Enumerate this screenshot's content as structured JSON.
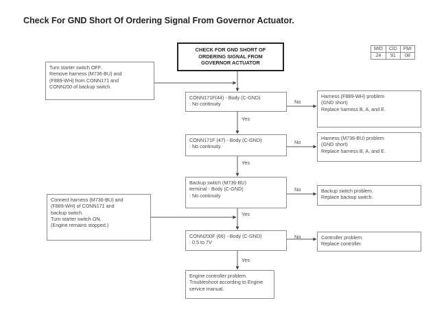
{
  "title": "Check For GND Short Of Ordering Signal From Governor Actuator.",
  "header_box": [
    "CHECK FOR GND SHORT OF",
    "ORDERING SIGNAL FROM",
    "GOVERNOR ACTUATOR"
  ],
  "codes": {
    "headers": [
      "MID",
      "CID",
      "FMI"
    ],
    "values": [
      "24",
      "91",
      "08"
    ]
  },
  "note_top": [
    "Turn starter switch OFF.",
    "Remove harness (M736-BU) and",
    "(F889-WH) from CONN171 and",
    "CONN200 of backup switch."
  ],
  "note_mid": [
    "Connect harness (M736-BU) and",
    "(F889-WH) of    CONN171 and",
    "backup switch.",
    "Turn starter switch ON.",
    "(Engine remains stopped.)"
  ],
  "checks": [
    [
      "CONN171F(44) - Body (C-GND)",
      ": No continuity"
    ],
    [
      "CONN171F (47) - Body (C-GND)",
      ": No continuity"
    ],
    [
      "Backup     switch     (M736-BU)",
      "terminal - Body (C-GND)",
      ": No continuity"
    ],
    [
      "CONN200F (66) - Body (C-GND)",
      ": 0.5 to 7V"
    ]
  ],
  "results": [
    [
      "Harness     (F889-WH)     problem",
      "(GND short)",
      " Replace harness B, A, and E."
    ],
    [
      "Harness (M736-BU) problem",
      "(GND short)",
      "   Replace harness B, A, and E."
    ],
    [
      "Backup switch problem.",
      "Replace backup switch."
    ],
    [
      "Controller problem.",
      "Replace controller."
    ]
  ],
  "final_box": [
    "Engine controller problem.",
    "Troubleshoot according to Engine",
    "service manual."
  ],
  "label_no": "No",
  "label_yes": "Yes"
}
